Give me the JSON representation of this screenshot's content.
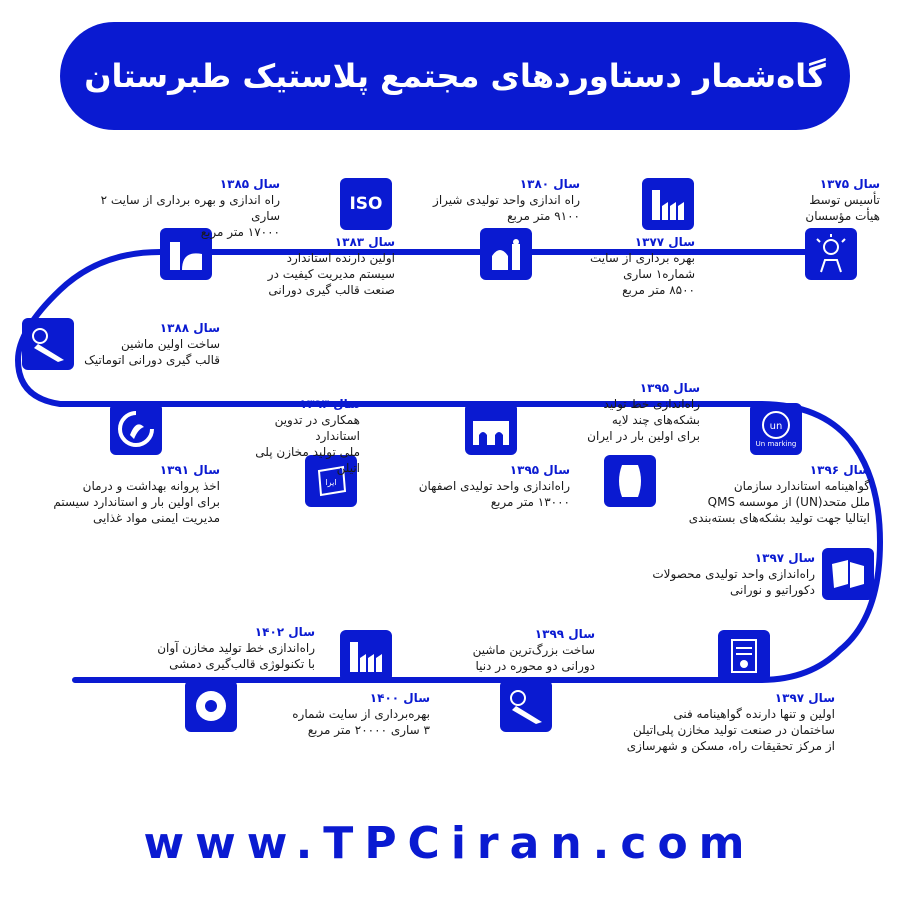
{
  "title": "گاه‌شمار دستاوردهای مجتمع پلاستیک طبرستان",
  "footer": "www.TPCiran.com",
  "colors": {
    "brand": "#0a1ad1",
    "background": "#ffffff",
    "text": "#1a1a1a"
  },
  "milestones": [
    {
      "year": "سال ۱۳۷۵",
      "text": "تأسیس توسط\nهیأت مؤسسان",
      "icon": "founding-hand-icon"
    },
    {
      "year": "سال ۱۳۷۷",
      "text": "بهره برداری از سایت شماره۱ ساری\n۸۵۰۰ متر مربع",
      "icon": "factory-icon"
    },
    {
      "year": "سال ۱۳۸۰",
      "text": "راه اندازی واحد تولیدی شیراز\n۹۱۰۰ متر مربع",
      "icon": "shiraz-landmark-icon"
    },
    {
      "year": "سال ۱۳۸۳",
      "text": "اولین دارنده استاندارد\nسیستم مدیریت کیفیت در\nصنعت قالب گیری دورانی",
      "icon": "iso-icon",
      "icon_label": "ISO"
    },
    {
      "year": "سال ۱۳۸۵",
      "text": "راه اندازی و بهره برداری از سایت ۲ ساری\n۱۷۰۰۰ متر مربع",
      "icon": "sari-landmark-icon"
    },
    {
      "year": "سال ۱۳۸۸",
      "text": "ساخت اولین ماشین\nقالب گیری دورانی اتوماتیک",
      "icon": "rotomolding-machine-icon"
    },
    {
      "year": "سال ۱۳۹۱",
      "text": "اخذ پروانه بهداشت و درمان\nبرای اولین بار و استاندارد سیستم\nمدیریت ایمنی مواد غذایی",
      "icon": "health-license-icon"
    },
    {
      "year": "سال ۱۳۹۳",
      "text": "همکاری در تدوین استاندارد\nملی تولید مخازن پلی اتیلن",
      "icon": "national-standard-icon"
    },
    {
      "year": "سال ۱۳۹۵",
      "text": "راه‌اندازی واحد تولیدی اصفهان\n۱۳۰۰۰ متر مربع",
      "icon": "isfahan-landmark-icon"
    },
    {
      "year": "سال ۱۳۹۵",
      "text": "راه‌اندازی خط تولید\nبشکه‌های چند لایه\nبرای اولین بار در ایران",
      "icon": "multilayer-barrel-icon"
    },
    {
      "year": "سال ۱۳۹۶",
      "text": "گواهینامه استاندارد سازمان\nملل متحد(UN) از موسسه QMS\nایتالیا جهت تولید بشکه‌های بسته‌بندی",
      "icon": "un-marking-icon",
      "icon_label": "Un marking"
    },
    {
      "year": "سال ۱۳۹۷",
      "text": "راه‌اندازی واحد تولیدی محصولات\nدکوراتیو و نورانی",
      "icon": "decorative-products-icon"
    },
    {
      "year": "سال ۱۳۹۷",
      "text": "اولین و تنها دارنده گواهینامه فنی\nساختمان در صنعت تولید مخازن پلی‌اتیلن\nاز مرکز تحقیقات راه، مسکن و شهرسازی",
      "icon": "certificate-icon"
    },
    {
      "year": "سال ۱۳۹۹",
      "text": "ساخت بزرگ‌ترین ماشین\nدورانی دو محوره در دنیا",
      "icon": "biaxial-machine-icon"
    },
    {
      "year": "سال ۱۴۰۰",
      "text": "بهره‌برداری از سایت شماره\n۳ ساری ۲۰۰۰۰ متر مربع",
      "icon": "factory-tower-icon"
    },
    {
      "year": "سال ۱۴۰۲",
      "text": "راه‌اندازی خط تولید مخازن آوان\nبا تکنولوژی قالب‌گیری دمشی",
      "icon": "avan-logo-icon"
    }
  ]
}
